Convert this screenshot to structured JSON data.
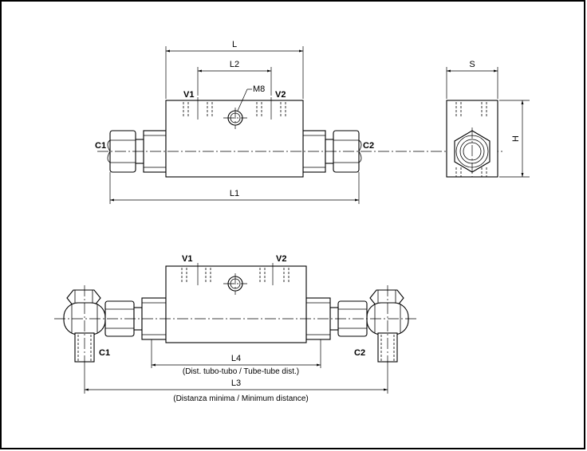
{
  "labels": {
    "L": "L",
    "L1": "L1",
    "L2": "L2",
    "L3": "L3",
    "L4": "L4",
    "S": "S",
    "H": "H",
    "M8": "M8",
    "V1_top": "V1",
    "V2_top": "V2",
    "C1_top": "C1",
    "C2_top": "C2",
    "V1_bottom": "V1",
    "V2_bottom": "V2",
    "C1_bottom": "C1",
    "C2_bottom": "C2"
  },
  "notes": {
    "tube_dist": "(Dist. tubo-tubo / Tube-tube dist.)",
    "min_dist": "(Distanza minima / Minimum distance)"
  }
}
